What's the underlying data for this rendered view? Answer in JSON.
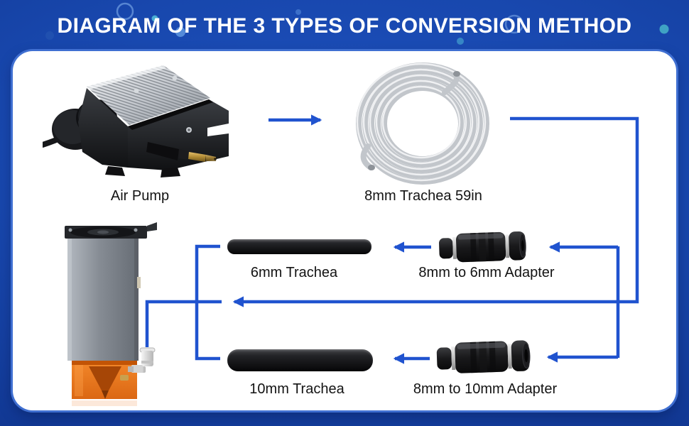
{
  "header": {
    "title": "DIAGRAM OF THE 3 TYPES OF CONVERSION METHOD"
  },
  "components": {
    "air_pump": {
      "label": "Air Pump"
    },
    "trachea_8mm": {
      "label": "8mm Trachea 59in"
    },
    "trachea_6mm": {
      "label": "6mm Trachea"
    },
    "adapter_8_to_6": {
      "label": "8mm to 6mm Adapter"
    },
    "trachea_10mm": {
      "label": "10mm Trachea"
    },
    "adapter_8_to_10": {
      "label": "8mm to 10mm Adapter"
    }
  },
  "colors": {
    "connector_blue": "#2053cf",
    "header_background": "#1746ab",
    "outer_background": "#123a97",
    "panel_background": "#ffffff",
    "panel_edge_glow": "#3f6fd1",
    "title_text": "#ffffff",
    "label_text": "#131313",
    "tube_black": "#1b1b1d",
    "laser_shield_orange": "#e8660a",
    "brass_nozzle": "#b08a35",
    "deco_dot_teal": "#3fa3c4"
  }
}
